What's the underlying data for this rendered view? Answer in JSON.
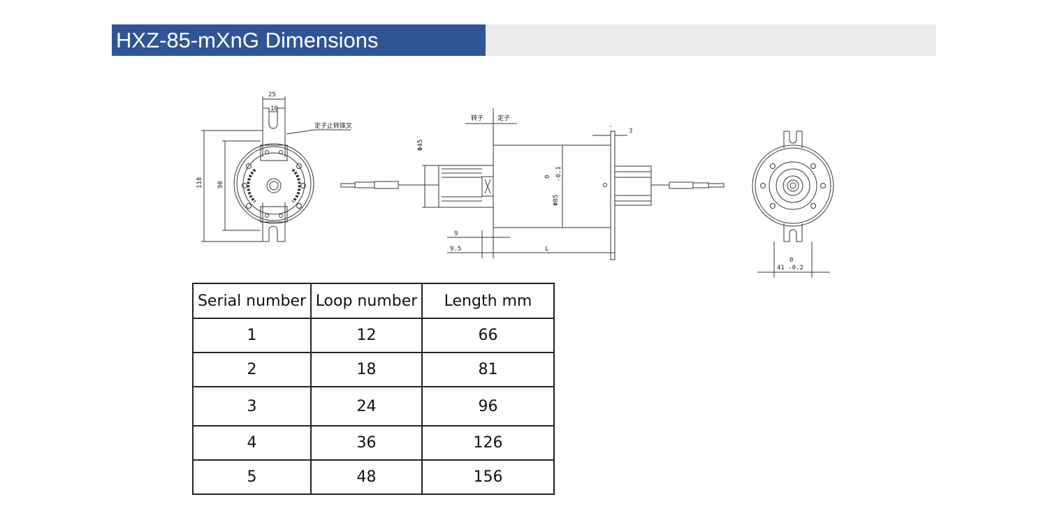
{
  "header": {
    "title": "HXZ-85-mXnG Dimensions"
  },
  "drawing": {
    "front": {
      "dim_top": "25",
      "dim_slot": "10",
      "dim_height": "118",
      "dim_inner": "98",
      "callout": "定子止转拨叉"
    },
    "side": {
      "rotor": "转子",
      "stator": "定子",
      "dia_shaft": "Φ45",
      "dia_body": "Φ85",
      "tol_upper": "0",
      "tol_lower": "-0.1",
      "flange": "3",
      "dim_a": "9",
      "dim_b": "9.5",
      "dim_len": "L"
    },
    "rear": {
      "tol_upper": "0",
      "dim_width": "41 -0.2"
    }
  },
  "table": {
    "headers": [
      "Serial number",
      "Loop number",
      "Length mm"
    ],
    "rows": [
      [
        "1",
        "12",
        "66"
      ],
      [
        "2",
        "18",
        "81"
      ],
      [
        "3",
        "24",
        "96"
      ],
      [
        "4",
        "36",
        "126"
      ],
      [
        "5",
        "48",
        "156"
      ]
    ]
  }
}
